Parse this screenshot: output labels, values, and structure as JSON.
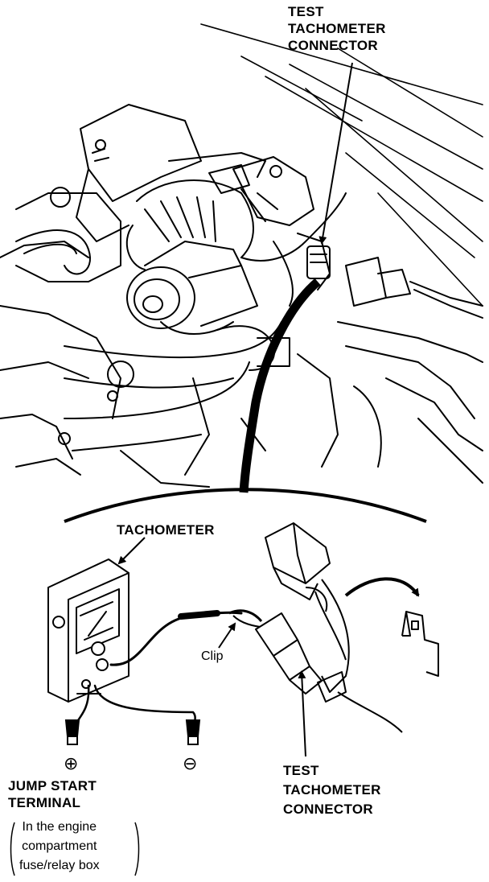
{
  "labels": {
    "test_tach_top": [
      "TEST",
      "TACHOMETER",
      "CONNECTOR"
    ],
    "tachometer": "TACHOMETER",
    "clip": "Clip",
    "plus_symbol": "⊕",
    "minus_symbol": "⊖",
    "jump_start": [
      "JUMP START",
      "TERMINAL"
    ],
    "location_note": [
      "In the engine",
      "compartment",
      "fuse/relay box"
    ],
    "test_tach_bottom": [
      "TEST",
      "TACHOMETER",
      "CONNECTOR"
    ]
  },
  "colors": {
    "ink": "#000000",
    "paper": "#ffffff"
  }
}
